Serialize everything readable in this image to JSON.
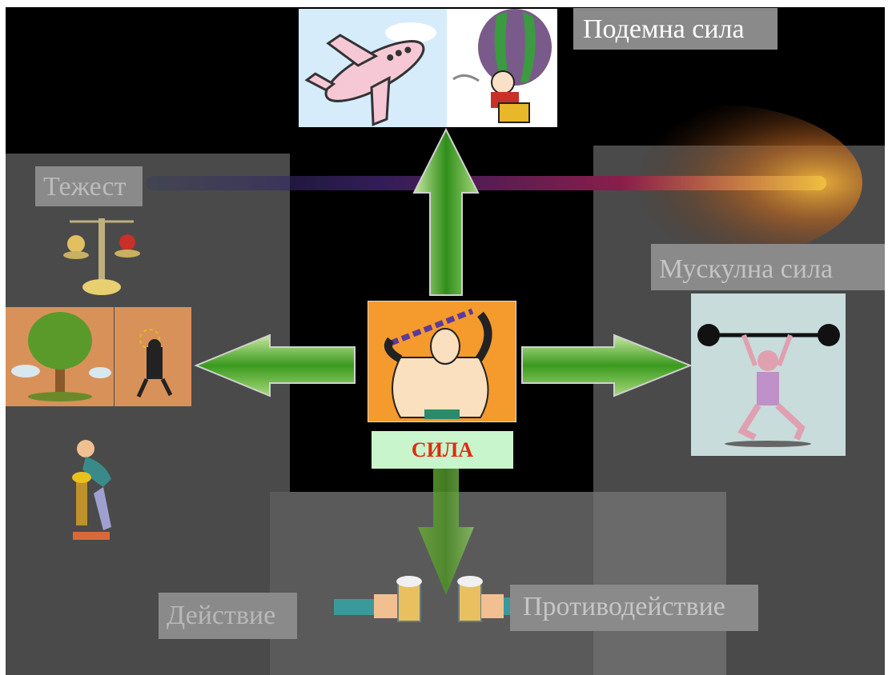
{
  "center": {
    "label": "СИЛА"
  },
  "forces": {
    "lift": "Подемна сила",
    "weight": "Тежест",
    "muscle": "Мускулна сила",
    "action": "Действие",
    "reaction": "Противодействие"
  },
  "icons": {
    "center": "strongman-expander-icon",
    "plane": "airplane-icon",
    "balloon": "hot-air-balloon-icon",
    "scale": "balance-scale-icon",
    "tree": "apple-tree-icon",
    "falling": "falling-man-icon",
    "weighing": "man-on-scale-icon",
    "weightlifter": "weightlifter-icon",
    "toast_left": "beer-toast-left-icon",
    "toast_right": "beer-toast-right-icon"
  },
  "colors": {
    "background": "#000000",
    "panel": "#4a4a4a",
    "label_box": "#8a8a8a",
    "label_text": "#e6e6e6",
    "arrow_green": "#3f9a1f",
    "center_tile": "#f59a2c",
    "center_label_bg": "#c8f5cc",
    "center_label_text": "#e02a10"
  }
}
